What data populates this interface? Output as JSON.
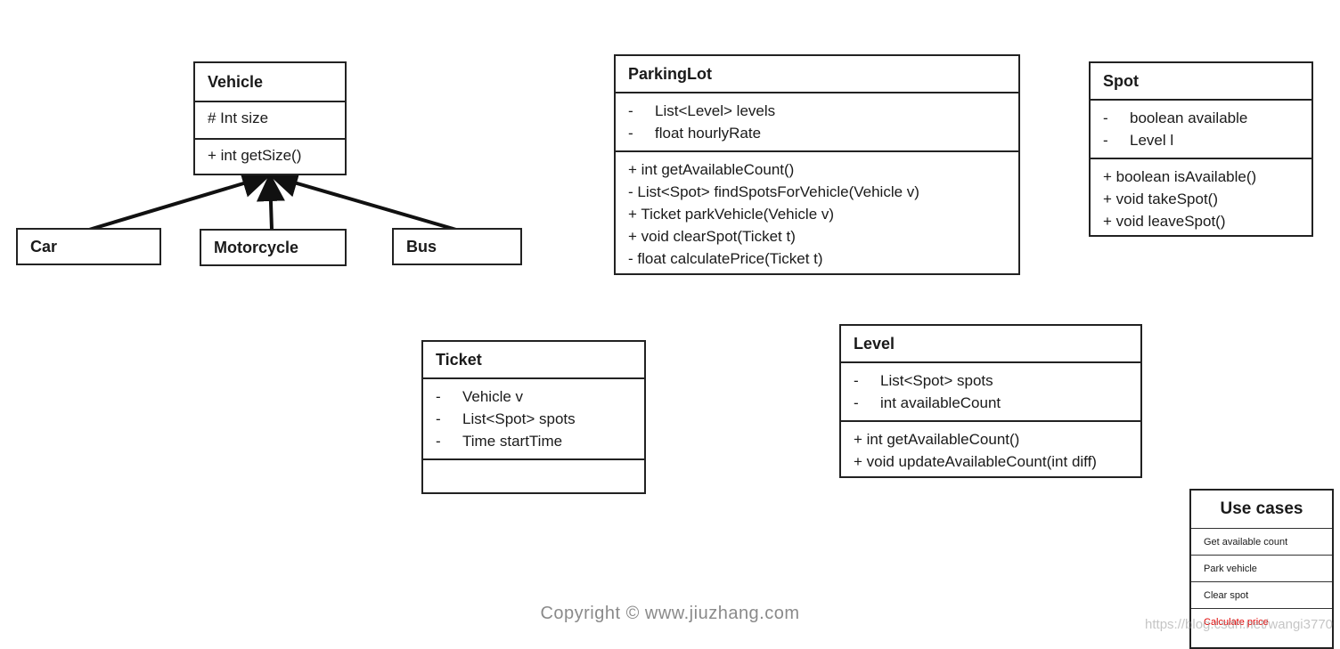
{
  "vehicle": {
    "name": "Vehicle",
    "attributes": [
      "# Int size"
    ],
    "methods": [
      "+ int getSize()"
    ]
  },
  "subclasses": {
    "car": "Car",
    "motorcycle": "Motorcycle",
    "bus": "Bus"
  },
  "parkinglot": {
    "name": "ParkingLot",
    "attributes": [
      {
        "dash": "-",
        "text": "List<Level> levels"
      },
      {
        "dash": "-",
        "text": "float hourlyRate"
      }
    ],
    "methods": [
      "+ int getAvailableCount()",
      "- List<Spot>  findSpotsForVehicle(Vehicle  v)",
      "+ Ticket parkVehicle(Vehicle v)",
      "+ void clearSpot(Ticket t)",
      "- float calculatePrice(Ticket  t)"
    ]
  },
  "spot": {
    "name": "Spot",
    "attributes": [
      {
        "dash": "-",
        "text": "boolean available"
      },
      {
        "dash": "-",
        "text": "Level l"
      }
    ],
    "methods": [
      "+ boolean  isAvailable()",
      "+ void takeSpot()",
      "+ void leaveSpot()"
    ]
  },
  "ticket": {
    "name": "Ticket",
    "attributes": [
      {
        "dash": "-",
        "text": "Vehicle v"
      },
      {
        "dash": "-",
        "text": "List<Spot>  spots"
      },
      {
        "dash": "-",
        "text": "Time startTime"
      }
    ]
  },
  "level": {
    "name": "Level",
    "attributes": [
      {
        "dash": "-",
        "text": "List<Spot>  spots"
      },
      {
        "dash": "-",
        "text": "int availableCount"
      }
    ],
    "methods": [
      "+ int getAvailableCount()",
      "+ void updateAvailableCount(int diff)"
    ]
  },
  "use_cases": {
    "title": "Use cases",
    "items": [
      "Get available count",
      "Park vehicle",
      "Clear spot",
      "Calculate price"
    ],
    "highlight_color": "#e00000"
  },
  "footer": {
    "copyright": "Copyright © www.jiuzhang.com",
    "watermark": "https://blog.csdn.net/wangi3770"
  }
}
